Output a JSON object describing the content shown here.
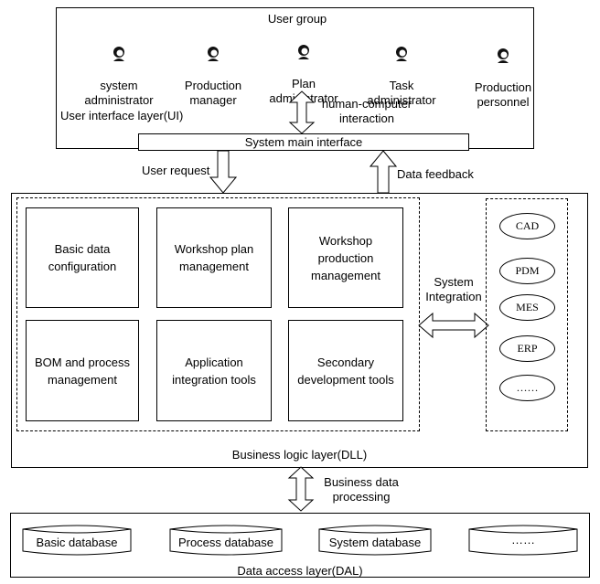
{
  "ui_layer": {
    "group_title": "User group",
    "users": [
      {
        "label": "system\nadministrator"
      },
      {
        "label": "Production\nmanager"
      },
      {
        "label": "Plan\nadministrator"
      },
      {
        "label": "Task\nadministrator"
      },
      {
        "label": "Production\npersonnel"
      }
    ],
    "layer_label": "User interface layer(UI)",
    "hci_label": "human-computer\ninteraction",
    "main_interface": "System main interface"
  },
  "flows": {
    "user_request": "User request",
    "data_feedback": "Data feedback"
  },
  "business_layer": {
    "modules": [
      "Basic data\nconfiguration",
      "Workshop plan\nmanagement",
      "Workshop\nproduction\nmanagement",
      "BOM and process\nmanagement",
      "Application\nintegration tools",
      "Secondary\ndevelopment tools"
    ],
    "integration_label": "System\nIntegration",
    "systems": [
      "CAD",
      "PDM",
      "MES",
      "ERP",
      "……"
    ],
    "layer_label": "Business logic layer(DLL)"
  },
  "bdp_label": "Business data\nprocessing",
  "data_layer": {
    "databases": [
      "Basic database",
      "Process database",
      "System database",
      "……"
    ],
    "layer_label": "Data access layer(DAL)"
  }
}
